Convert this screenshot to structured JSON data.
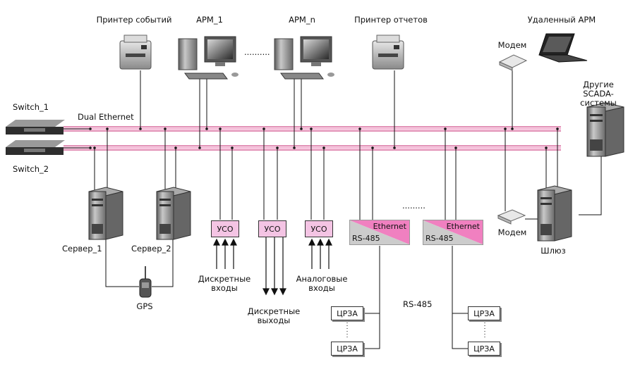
{
  "labels": {
    "event_printer": "Принтер событий",
    "arm1": "АРМ_1",
    "armn": "АРМ_n",
    "report_printer": "Принтер отчетов",
    "remote_arm": "Удаленный АРМ",
    "modem_top": "Модем",
    "other_scada": "Другие\nSCADA-системы",
    "switch1": "Switch_1",
    "switch2": "Switch_2",
    "dual_ethernet": "Dual Ethernet",
    "server1": "Сервер_1",
    "server2": "Сервер_2",
    "gps": "GPS",
    "discrete_inputs": "Дискретные\nвходы",
    "discrete_outputs": "Дискретные\nвыходы",
    "analog_inputs": "Аналоговые\nвходы",
    "modem_bottom": "Модем",
    "gateway": "Шлюз",
    "rs485_mid": "RS-485",
    "dots_arm": "..........",
    "dots_conv": "........."
  },
  "uso": [
    "УСО",
    "УСО",
    "УСО"
  ],
  "converters": [
    {
      "top": "Ethernet",
      "bottom": "RS-485"
    },
    {
      "top": "Ethernet",
      "bottom": "RS-485"
    }
  ],
  "relays": [
    "ЦРЗА",
    "ЦРЗА",
    "ЦРЗА",
    "ЦРЗА"
  ],
  "colors": {
    "bus": "#d0508c",
    "bus_light": "#f4b8d6",
    "uso_fill": "#f4c4e4",
    "converter_pink": "#f080c0",
    "converter_gray": "#cccccc"
  }
}
